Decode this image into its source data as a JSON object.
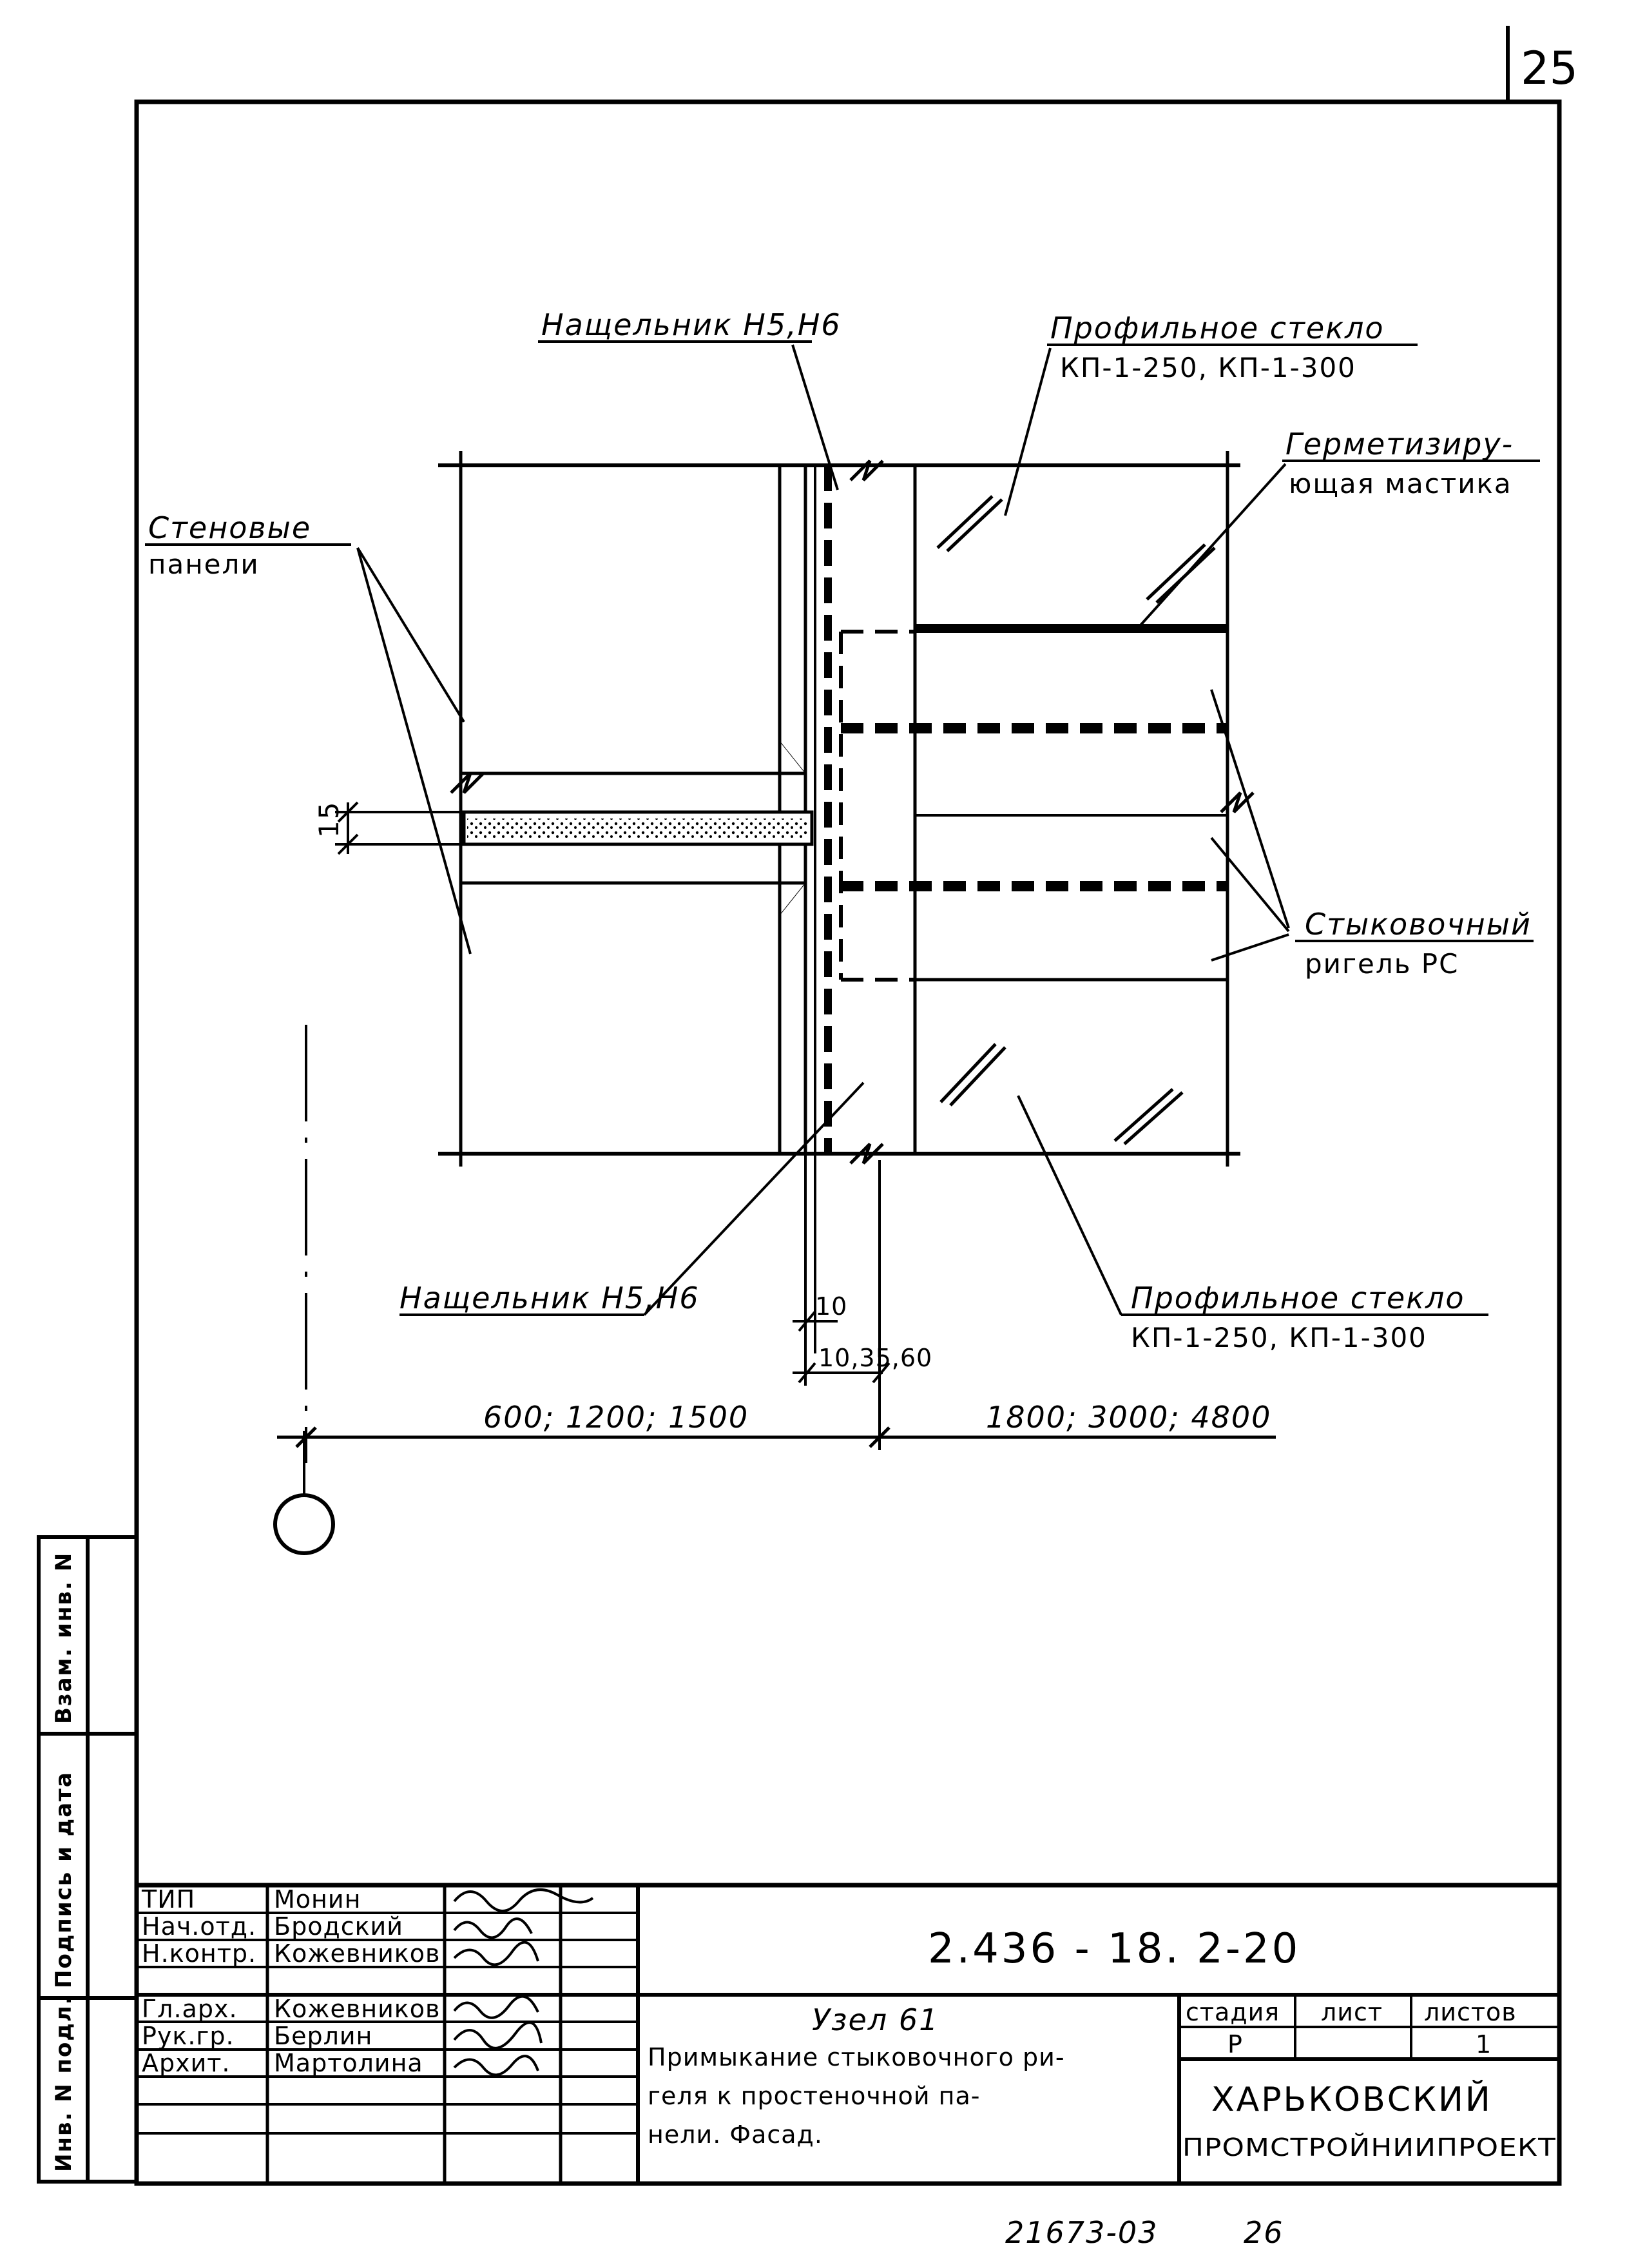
{
  "page_number": "25",
  "labels": {
    "top_batten": "Нащельник Н5,Н6",
    "profile_glass_top_line1": "Профильное стекло",
    "profile_glass_top_line2": "КП-1-250, КП-1-300",
    "sealant_line1": "Герметизиру-",
    "sealant_line2": "ющая мастика",
    "wall_panels_line1": "Стеновые",
    "wall_panels_line2": "панели",
    "joint_rail_line1": "Стыковочный",
    "joint_rail_line2": "ригель РС",
    "bottom_batten": "Нащельник Н5,Н6",
    "profile_glass_bottom_line1": "Профильное стекло",
    "profile_glass_bottom_line2": "КП-1-250, КП-1-300"
  },
  "dimensions": {
    "gap": "15",
    "small_10": "10",
    "small_series": "10,35,60",
    "left_span": "600; 1200; 1500",
    "right_span": "1800; 3000; 4800"
  },
  "title_block": {
    "rows": [
      {
        "role": "ТИП",
        "name": "Монин"
      },
      {
        "role": "Нач.отд.",
        "name": "Бродский"
      },
      {
        "role": "Н.контр.",
        "name": "Кожевников"
      },
      {
        "role": "Гл.арх.",
        "name": "Кожевников"
      },
      {
        "role": "Рук.гр.",
        "name": "Берлин"
      },
      {
        "role": "Архит.",
        "name": "Мартолина"
      }
    ],
    "doc_code": "2.436 - 18. 2-20",
    "node_title": "Узел 61",
    "desc_line1": "Примыкание стыковочного ри-",
    "desc_line2": "геля к простеночной па-",
    "desc_line3": "нели. Фасад.",
    "stage_header": "стадия",
    "sheet_header": "лист",
    "sheets_header": "листов",
    "stage_value": "Р",
    "sheet_value": "",
    "sheets_value": "1",
    "org_line1": "ХАРЬКОВСКИЙ",
    "org_line2": "ПРОМСТРОЙНИИПРОЕКТ"
  },
  "side_stamp": {
    "inv_orig": "Инв. N подл.",
    "signature_date": "Подпись и дата",
    "replaces": "Взам. инв. N"
  },
  "footer": {
    "archive_number": "21673-03",
    "sheet_index": "26"
  }
}
